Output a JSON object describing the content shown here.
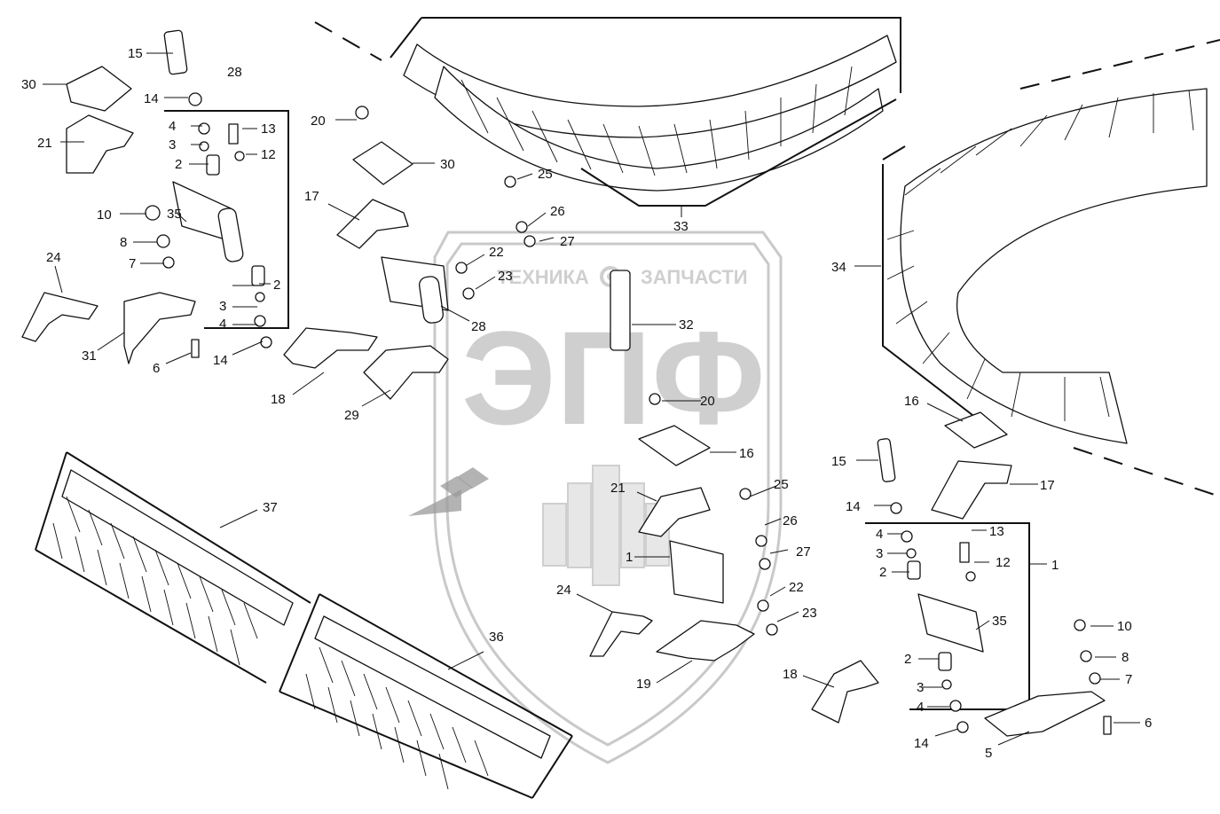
{
  "watermark": {
    "left_word": "ТЕХНИКА",
    "right_word": "ЗАПЧАСТИ",
    "logo": "ЭПФ",
    "gear_icon": "gear-icon"
  },
  "callouts": [
    "15",
    "30",
    "28",
    "14",
    "4",
    "13",
    "3",
    "12",
    "2",
    "21",
    "20",
    "30",
    "25",
    "26",
    "17",
    "10",
    "35",
    "8",
    "7",
    "24",
    "22",
    "27",
    "23",
    "2",
    "3",
    "4",
    "31",
    "6",
    "14",
    "28",
    "32",
    "18",
    "29",
    "20",
    "33",
    "34",
    "16",
    "21",
    "16",
    "15",
    "25",
    "14",
    "17",
    "4",
    "26",
    "13",
    "3",
    "27",
    "2",
    "1",
    "12",
    "1",
    "22",
    "24",
    "23",
    "35",
    "10",
    "2",
    "8",
    "18",
    "3",
    "7",
    "19",
    "4",
    "6",
    "14",
    "5",
    "37",
    "36"
  ],
  "colors": {
    "ink": "#111111",
    "watermark": "#cfcfcf"
  }
}
